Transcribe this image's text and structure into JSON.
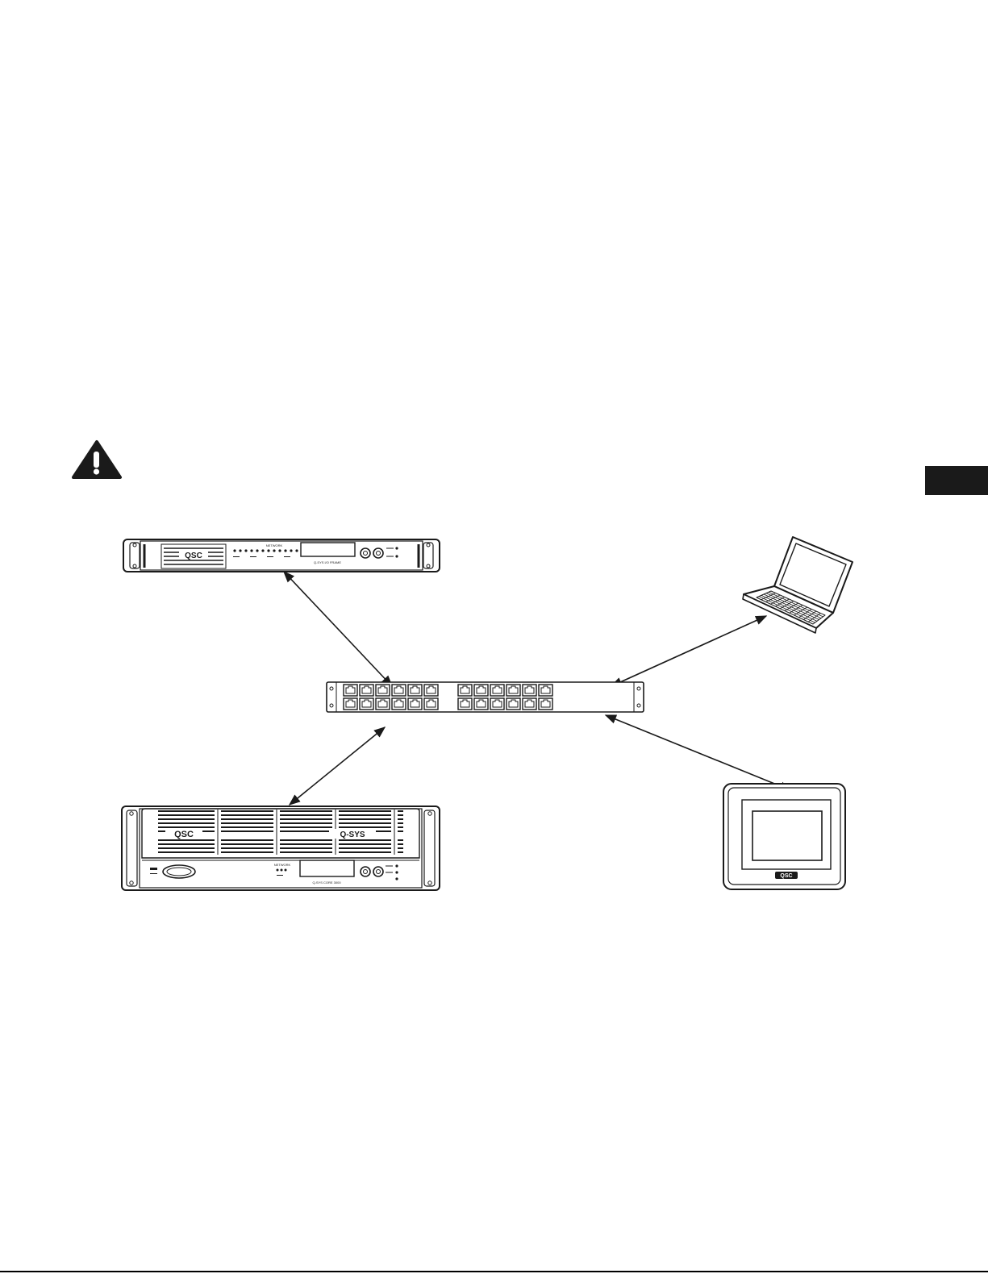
{
  "colors": {
    "ink": "#1a1a1a",
    "tab": "#1a1a1a",
    "paper": "#ffffff"
  },
  "icons": {
    "warning": "warning-triangle-icon",
    "processor": "rack-processor-1u-icon",
    "switch": "network-switch-icon",
    "core": "rack-core-3u-icon",
    "laptop": "laptop-icon",
    "touchscreen": "touch-panel-icon"
  },
  "devices": {
    "processor": {
      "brand": "QSC",
      "status_label": "NETWORK",
      "model_label": "Q-SYS I/O FRAME"
    },
    "core": {
      "brand": "QSC",
      "product": "Q-SYS",
      "model_label": "Q-SYS CORE 3000",
      "status_label": "NETWORK"
    },
    "touchscreen": {
      "brand": "QSC"
    }
  }
}
